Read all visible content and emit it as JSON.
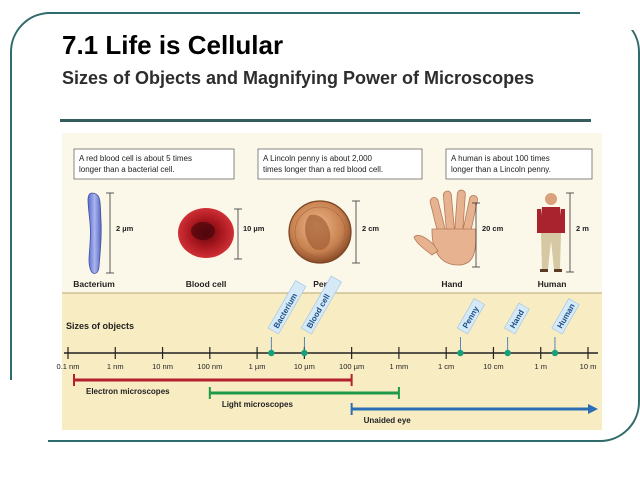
{
  "header": {
    "title": "7.1 Life is Cellular",
    "subtitle": "Sizes of Objects and Magnifying Power of Microscopes"
  },
  "figure": {
    "callouts": [
      "A red blood cell is about 5 times longer than a bacterial cell.",
      "A Lincoln penny is about 2,000 times longer than a red blood cell.",
      "A human is about 100 times longer than a Lincoln penny."
    ],
    "objects": [
      {
        "name": "Bacterium",
        "size": "2 µm"
      },
      {
        "name": "Blood cell",
        "size": "10 µm"
      },
      {
        "name": "Penny",
        "size": "2 cm"
      },
      {
        "name": "Hand",
        "size": "20 cm"
      },
      {
        "name": "Human",
        "size": "2 m"
      }
    ],
    "scale_heading": "Sizes of objects",
    "scale_ticks": [
      "0.1 nm",
      "1 nm",
      "10 nm",
      "100 nm",
      "1 µm",
      "10 µm",
      "100 µm",
      "1 mm",
      "1 cm",
      "10 cm",
      "1 m",
      "10 m"
    ],
    "markers": [
      "Bacterium",
      "Blood cell",
      "Penny",
      "Hand",
      "Human"
    ],
    "ranges": [
      {
        "label": "Electron microscopes",
        "color": "#b5202f"
      },
      {
        "label": "Light microscopes",
        "color": "#1f9a4b"
      },
      {
        "label": "Unaided eye",
        "color": "#2a6fb5"
      }
    ]
  }
}
